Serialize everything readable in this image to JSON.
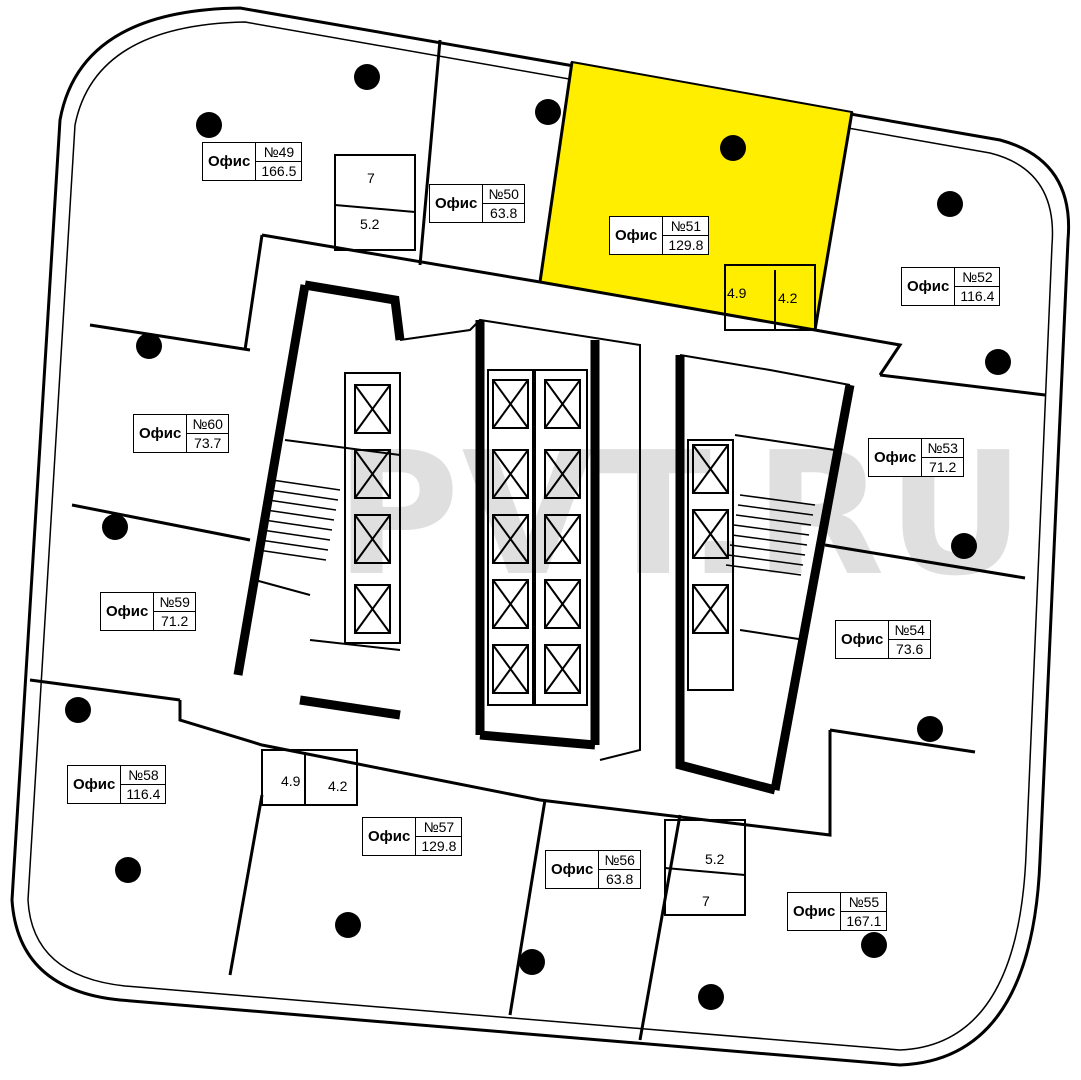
{
  "watermark": "PVT.RU",
  "highlight_color": "#ffee00",
  "offices": [
    {
      "id": "49",
      "kind": "Офис",
      "number": "№49",
      "area": "166.5"
    },
    {
      "id": "50",
      "kind": "Офис",
      "number": "№50",
      "area": "63.8"
    },
    {
      "id": "51",
      "kind": "Офис",
      "number": "№51",
      "area": "129.8",
      "highlighted": true
    },
    {
      "id": "52",
      "kind": "Офис",
      "number": "№52",
      "area": "116.4"
    },
    {
      "id": "53",
      "kind": "Офис",
      "number": "№53",
      "area": "71.2"
    },
    {
      "id": "54",
      "kind": "Офис",
      "number": "№54",
      "area": "73.6"
    },
    {
      "id": "55",
      "kind": "Офис",
      "number": "№55",
      "area": "167.1"
    },
    {
      "id": "56",
      "kind": "Офис",
      "number": "№56",
      "area": "63.8"
    },
    {
      "id": "57",
      "kind": "Офис",
      "number": "№57",
      "area": "129.8"
    },
    {
      "id": "58",
      "kind": "Офис",
      "number": "№58",
      "area": "116.4"
    },
    {
      "id": "59",
      "kind": "Офис",
      "number": "№59",
      "area": "71.2"
    },
    {
      "id": "60",
      "kind": "Офис",
      "number": "№60",
      "area": "73.7"
    }
  ],
  "small_areas": [
    "7",
    "5.2",
    "4.9",
    "4.2",
    "4.9",
    "4.2",
    "5.2",
    "7"
  ]
}
